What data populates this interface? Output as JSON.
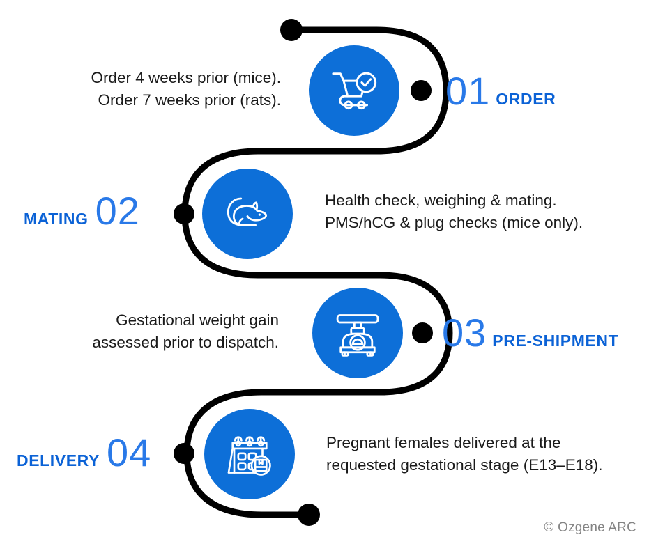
{
  "theme": {
    "circle_fill": "#0d6fd8",
    "number_color": "#2979e8",
    "label_color": "#0b62d6",
    "path_color": "#000000",
    "text_color": "#1a1a1a",
    "footer_color": "#848484",
    "background": "#ffffff"
  },
  "steps": [
    {
      "number": "01",
      "label": "ORDER",
      "icon": "shopping-cart-check-icon",
      "lines": [
        "Order 4 weeks prior (mice).",
        "Order 7 weeks prior (rats)."
      ]
    },
    {
      "number": "02",
      "label": "MATING",
      "icon": "mouse-icon",
      "lines": [
        "Health check, weighing & mating.",
        "PMS/hCG & plug checks (mice only)."
      ]
    },
    {
      "number": "03",
      "label": "PRE-SHIPMENT",
      "icon": "weighing-scale-icon",
      "lines": [
        "Gestational weight gain",
        "assessed prior to dispatch."
      ]
    },
    {
      "number": "04",
      "label": "DELIVERY",
      "icon": "calendar-package-icon",
      "lines": [
        "Pregnant females delivered at the",
        "requested gestational stage (E13–E18)."
      ]
    }
  ],
  "footer": {
    "credit": "© Ozgene ARC"
  }
}
